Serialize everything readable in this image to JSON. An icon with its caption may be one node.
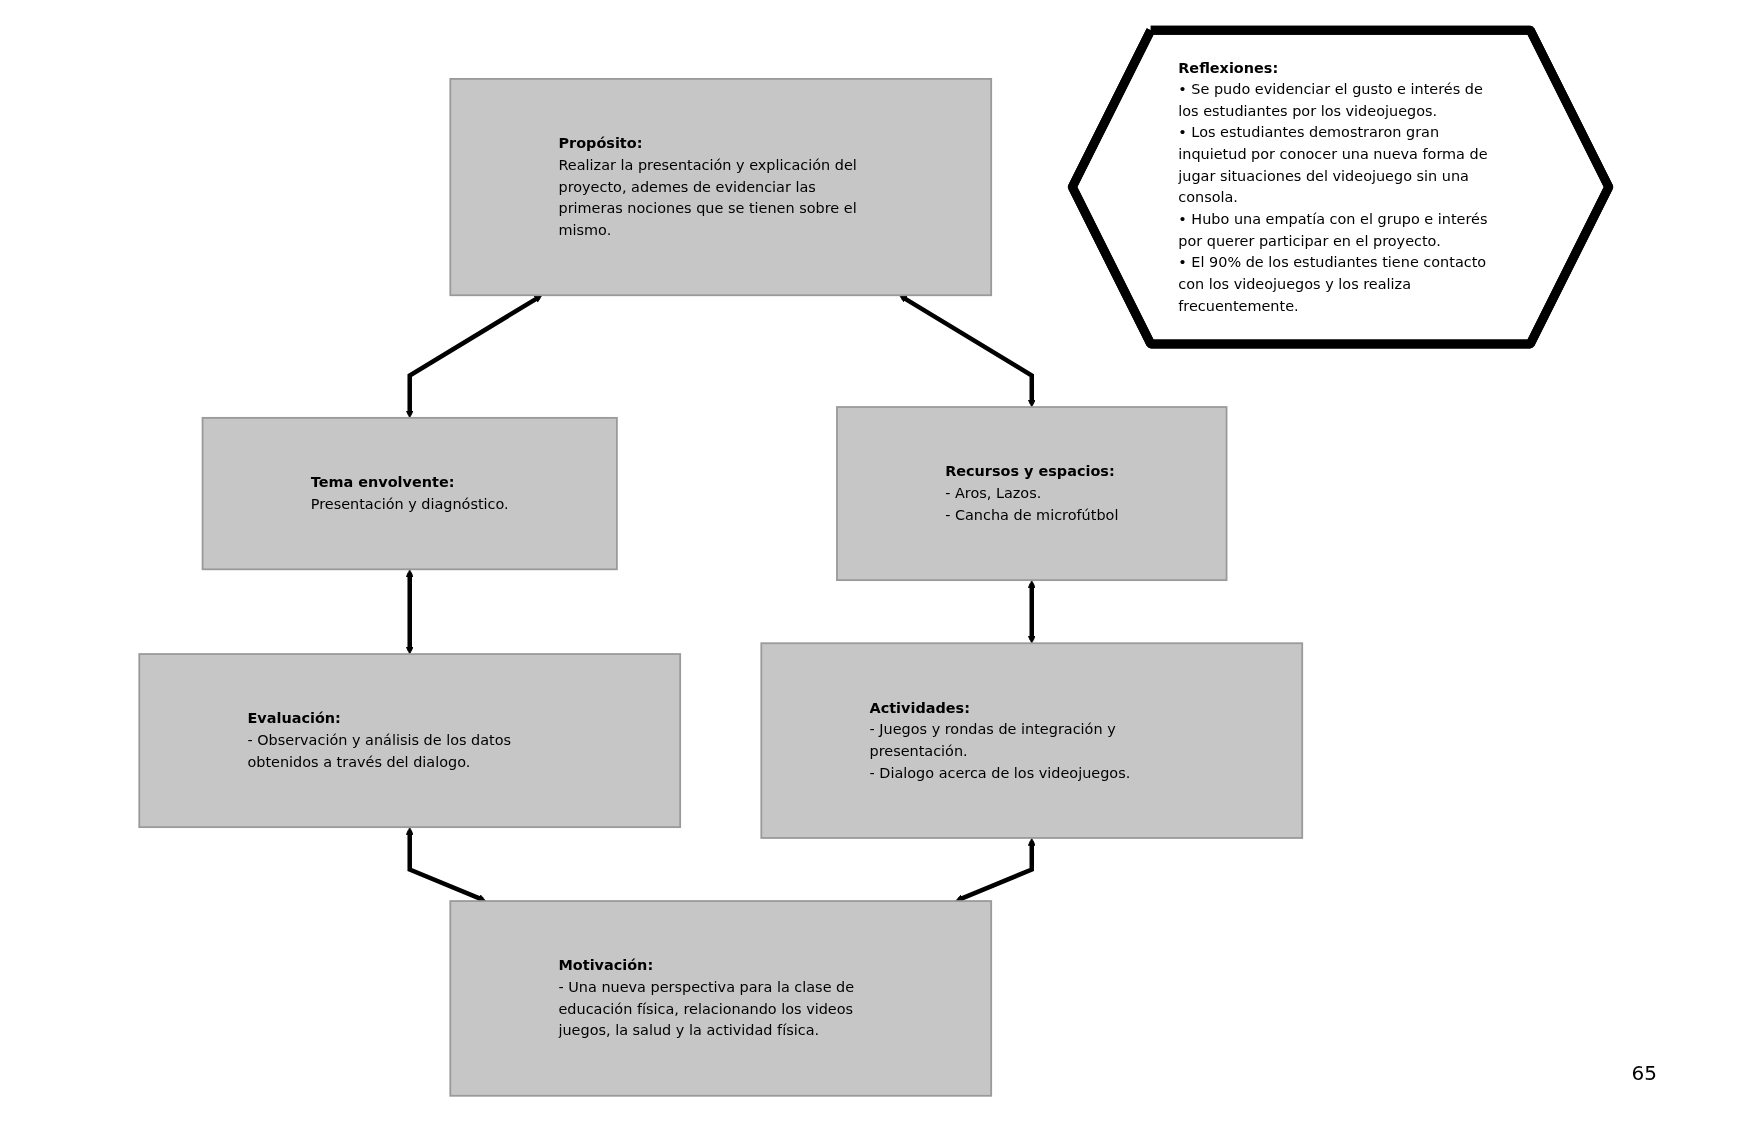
{
  "diagram": {
    "nodes": [
      {
        "text": [
          "Propósito:",
          "Realizar la presentación y explicación del proyecto, ademes de evidenciar las primeras nociones que se tienen sobre el mismo."
        ]
      },
      {
        "text": [
          "Tema envolvente:",
          "Presentación y diagnóstico."
        ]
      },
      {
        "text": [
          "Recursos y espacios:",
          "- Aros, Lazos.",
          "- Cancha de microfútbol"
        ]
      },
      {
        "text": [
          "Evaluación:",
          "- Observación y análisis de los datos obtenidos a través del dialogo."
        ]
      },
      {
        "text": [
          "Reflexiones:",
          "• Se pudo evidenciar el gusto e interés de los estudiantes por los videojuegos.",
          "• Los estudiantes demostraron gran inquietud por conocer una nueva forma de jugar situaciones del videojuego sin una consola.",
          "• Hubo una empatía con el grupo e interés por querer participar en el proyecto.",
          "• El 90% de los estudiantes tiene contacto con los videojuegos y los realiza frecuentemente."
        ]
      },
      {
        "text": [
          "Actividades:",
          "- Juegos y rondas de integración y presentación.",
          "- Dialogo acerca de los videojuegos."
        ]
      },
      {
        "text": [
          "Motivación:",
          "- Una nueva perspectiva para la clase de educación física, relacionando los videos juegos, la salud y la actividad física."
        ]
      }
    ],
    "edges": [
      {
        "from": 0,
        "to": 1,
        "arrow": "both"
      },
      {
        "from": 0,
        "to": 2,
        "arrow": "both"
      },
      {
        "from": 1,
        "to": 3,
        "arrow": "both"
      },
      {
        "from": 2,
        "to": 5,
        "arrow": "both"
      },
      {
        "from": 3,
        "to": 6,
        "arrow": "both"
      },
      {
        "from": 5,
        "to": 6,
        "arrow": "both"
      }
    ],
    "labels": [
      "65"
    ]
  }
}
